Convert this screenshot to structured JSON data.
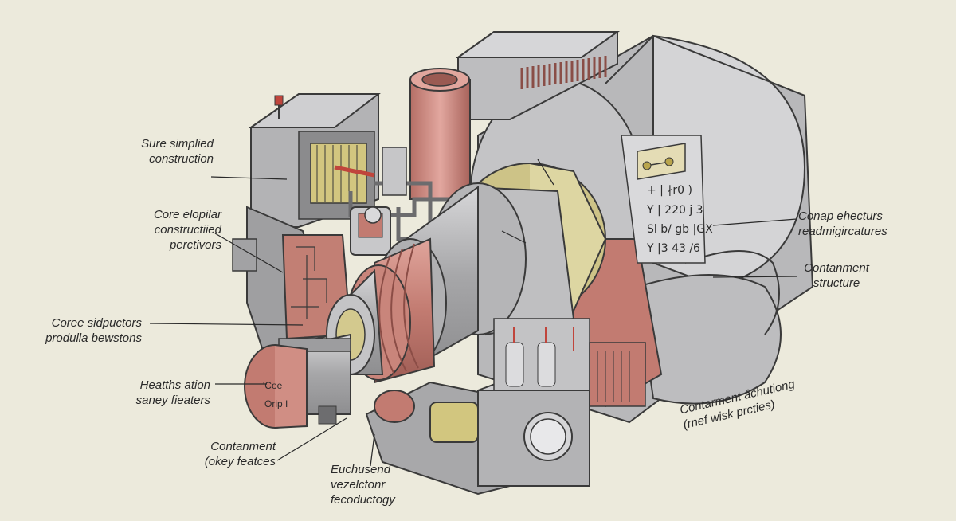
{
  "labels": {
    "l1": [
      "Sure simplied",
      "construction"
    ],
    "l2": [
      "Core elopilar",
      "constructiied",
      "perctivors"
    ],
    "l3": [
      "Coree sidpuctors",
      "produlla bewstons"
    ],
    "l4": [
      "Heatths ation",
      "saney fieaters"
    ],
    "l5": [
      "Contanment",
      "(okey featces"
    ],
    "l6": [
      "Euchusend",
      "vezelctonr",
      "fecoductogy"
    ],
    "r1": [
      "Conap ehecturs",
      "readmigircatures"
    ],
    "r2": [
      "Contanment",
      "structure"
    ],
    "r3": [
      "Contarment áchutiong",
      "(rnef wisk prcties)"
    ]
  },
  "panel": {
    "rows": [
      "+ | ∤r0 )",
      "Y | 220 j 3",
      "Sl  b/ gb |GX",
      "Y  |3 43 /6"
    ]
  },
  "cap_text": [
    "'Coe",
    "Orip I"
  ],
  "colors": {
    "background": "#eceadc",
    "steel": "#a9a9ab",
    "steel_light": "#c6c6c8",
    "copper": "#c8837a",
    "copper_dark": "#a9675f",
    "olive": "#cfc58a",
    "outline": "#3a3a3a"
  }
}
